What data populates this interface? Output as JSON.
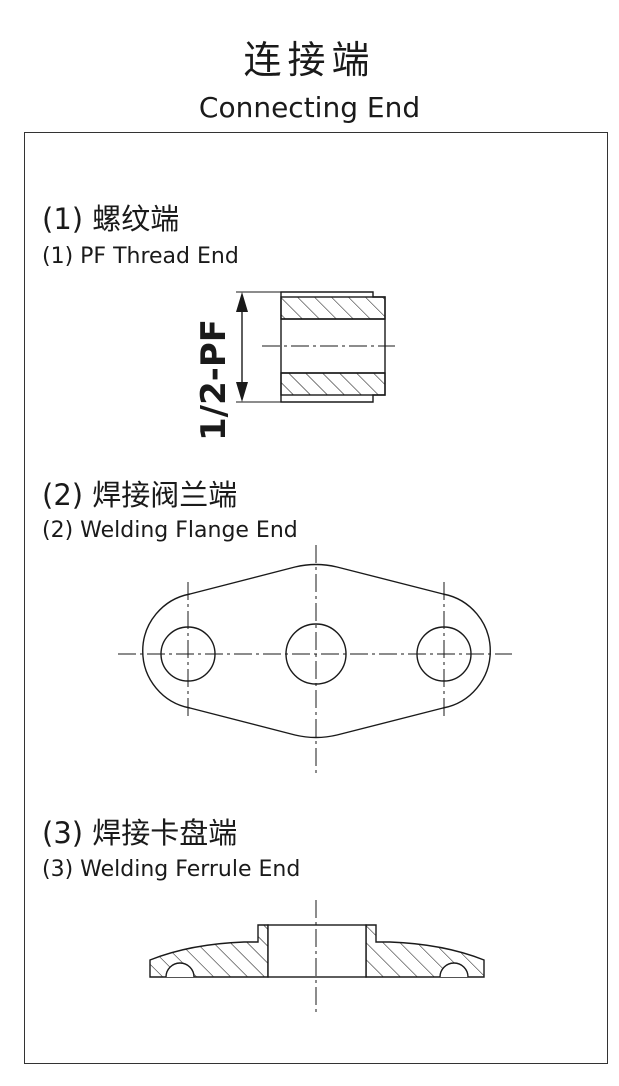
{
  "header": {
    "title_cn": "连接端",
    "title_en": "Connecting End"
  },
  "sections": [
    {
      "title_cn": "(1) 螺纹端",
      "title_en": "(1) PF Thread End",
      "dimension_label": "1/2-PF"
    },
    {
      "title_cn": "(2) 焊接阀兰端",
      "title_en": "(2) Welding Flange End"
    },
    {
      "title_cn": "(3) 焊接卡盘端",
      "title_en": "(3) Welding Ferrule End"
    }
  ],
  "colors": {
    "line": "#1a1a1a",
    "background": "#ffffff"
  }
}
